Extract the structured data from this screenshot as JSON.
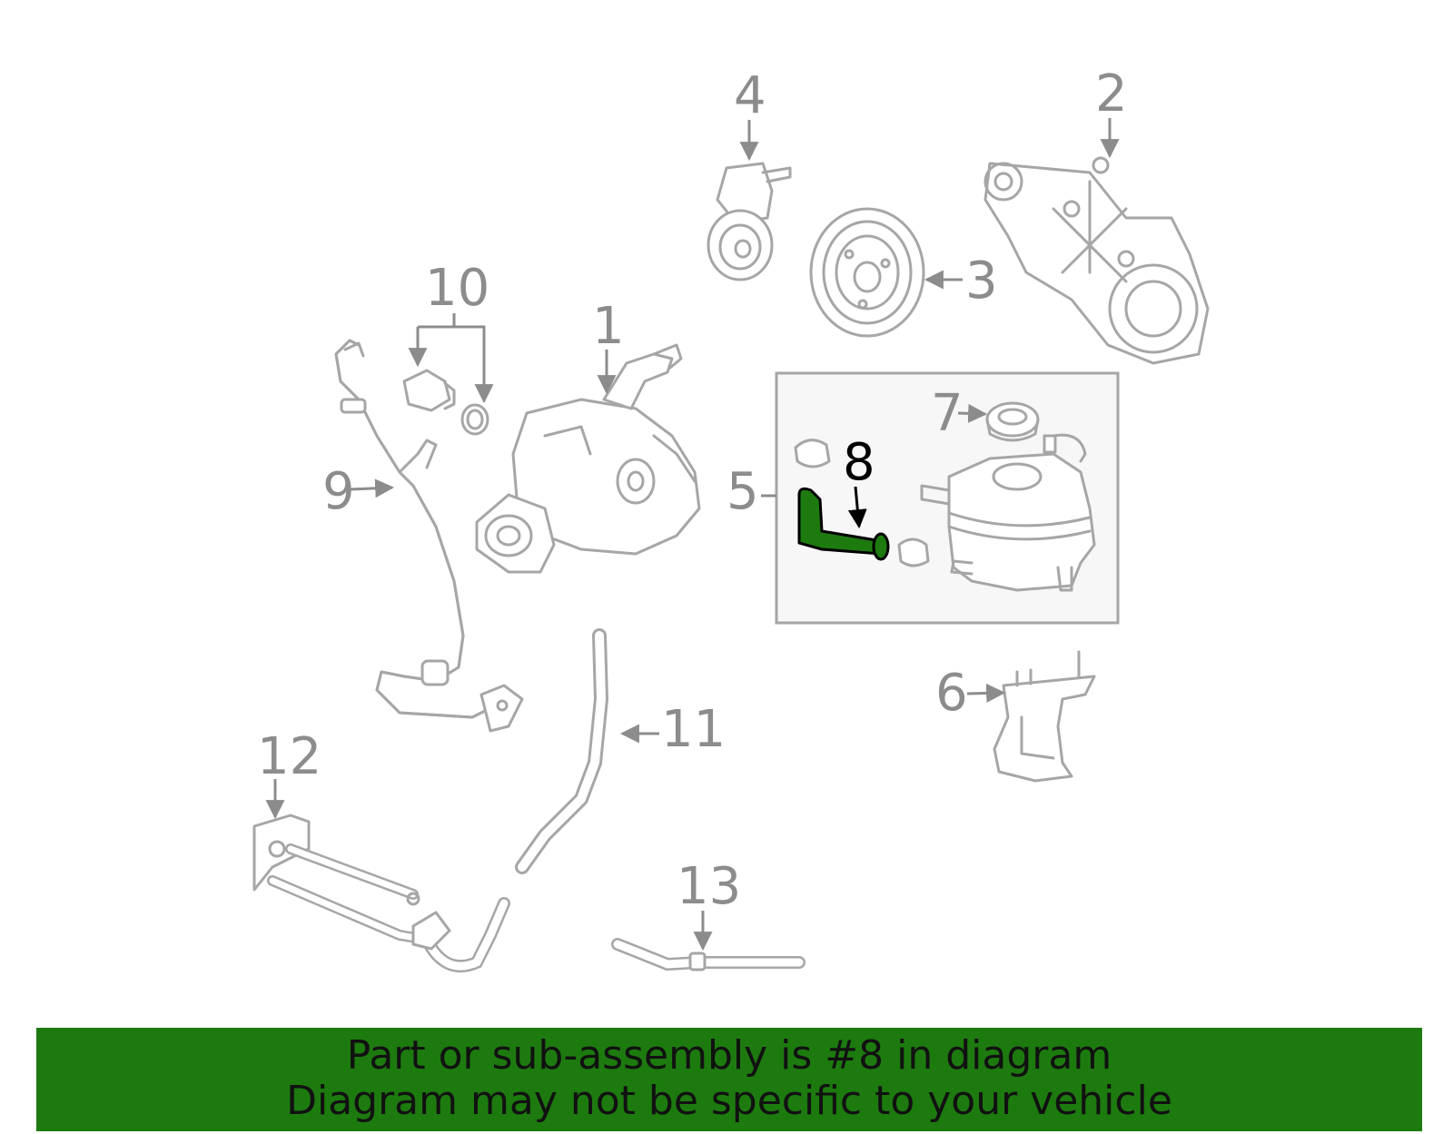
{
  "diagram": {
    "highlight_color": "#1d7a0f",
    "callouts": [
      "1",
      "2",
      "3",
      "4",
      "5",
      "6",
      "7",
      "8",
      "9",
      "10",
      "11",
      "12",
      "13"
    ],
    "highlighted_part": "8"
  },
  "banner": {
    "line1": "Part or sub-assembly is #8 in diagram",
    "line2": "Diagram may not be specific to your vehicle",
    "background": "#1d7a0f"
  }
}
